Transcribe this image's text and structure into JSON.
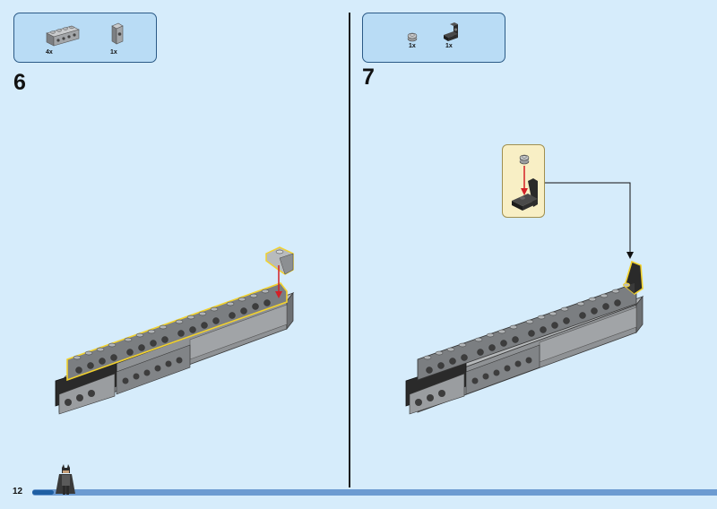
{
  "steps": [
    {
      "number": "6",
      "parts": [
        {
          "qty": "4x",
          "icon": "brick-1x4-with-side-studs-icon"
        },
        {
          "qty": "1x",
          "icon": "bracket-1x1-icon"
        }
      ]
    },
    {
      "number": "7",
      "parts": [
        {
          "qty": "1x",
          "icon": "round-plate-1x1-icon"
        },
        {
          "qty": "1x",
          "icon": "bracket-black-icon"
        }
      ]
    }
  ],
  "page_number": "12",
  "colors": {
    "page_bg": "#d6ecfb",
    "parts_box_bg": "#b9dcf5",
    "callout_bg": "#f8efc5",
    "highlight": "#f2d22e",
    "arrow_red": "#d42027",
    "brick_grey": "#8f9295",
    "brick_dark": "#2a2a2a"
  }
}
